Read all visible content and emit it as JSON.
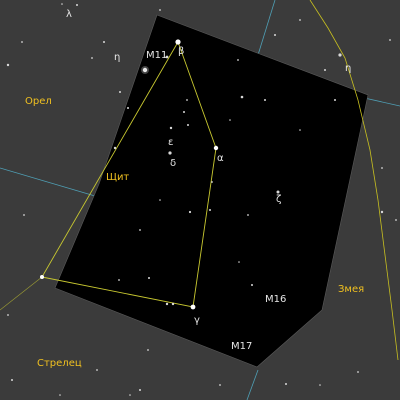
{
  "colors": {
    "sky": "#3b3b3b",
    "boundary_fill": "#000000",
    "grid_line": "#4f9fb5",
    "ecliptic_line": "#c8c020",
    "figure_line": "#c8c830",
    "constellation_label": "#f0c020",
    "star_label": "#e6e6e6"
  },
  "constellation_labels": {
    "aquila": "Орел",
    "scutum": "Щит",
    "serpens": "Змея",
    "sagittarius": "Стрелец"
  },
  "star_labels": {
    "lambda": "λ",
    "eta_aquila": "η",
    "beta": "β",
    "epsilon": "ε",
    "delta": "δ",
    "alpha": "α",
    "gamma": "γ",
    "zeta": "ζ",
    "eta_serpens": "η"
  },
  "messier_labels": {
    "m11": "M11",
    "m16": "M16",
    "m17": "M17"
  }
}
